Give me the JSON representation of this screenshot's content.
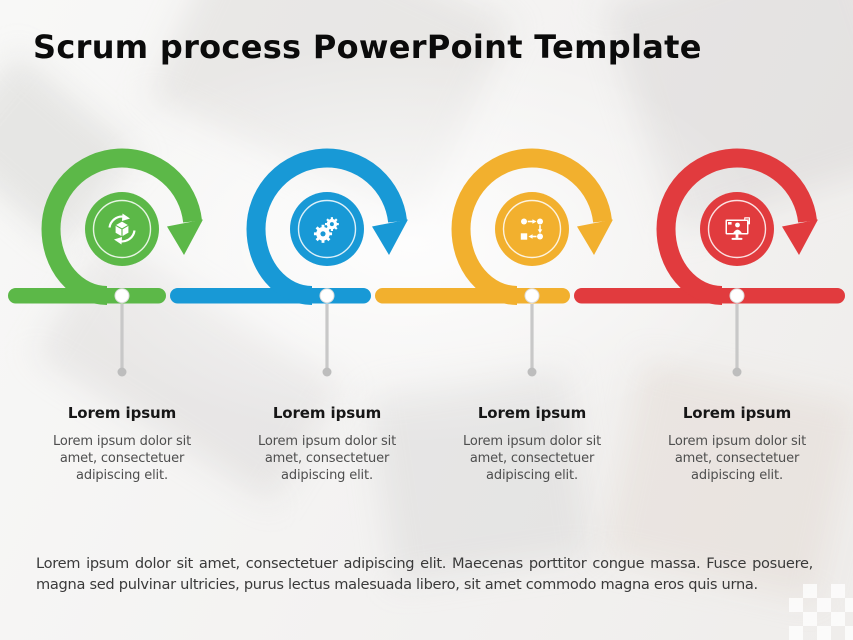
{
  "slide": {
    "title": "Scrum process PowerPoint Template",
    "footer": "Lorem ipsum dolor sit amet, consectetuer adipiscing elit. Maecenas porttitor congue massa. Fusce posuere, magna sed pulvinar ultricies, purus lectus malesuada libero, sit amet commodo magna eros quis urna."
  },
  "stages": [
    {
      "heading": "Lorem ipsum",
      "body": "Lorem ipsum dolor sit amet, consectetuer adipiscing elit.",
      "color": "#5CB848",
      "icon": "iteration-cycle-icon"
    },
    {
      "heading": "Lorem ipsum",
      "body": "Lorem ipsum dolor sit amet, consectetuer adipiscing elit.",
      "color": "#1899D6",
      "icon": "gears-icon"
    },
    {
      "heading": "Lorem ipsum",
      "body": "Lorem ipsum dolor sit amet, consectetuer adipiscing elit.",
      "color": "#F2B02E",
      "icon": "workflow-icon"
    },
    {
      "heading": "Lorem ipsum",
      "body": "Lorem ipsum dolor sit amet, consectetuer adipiscing elit.",
      "color": "#E13B3E",
      "icon": "monitor-review-icon"
    }
  ],
  "timeline": {
    "connector_color": "#C8C8C8",
    "pin_dot_color": "#FFFFFF",
    "end_dot_color": "#BDBDBD"
  }
}
